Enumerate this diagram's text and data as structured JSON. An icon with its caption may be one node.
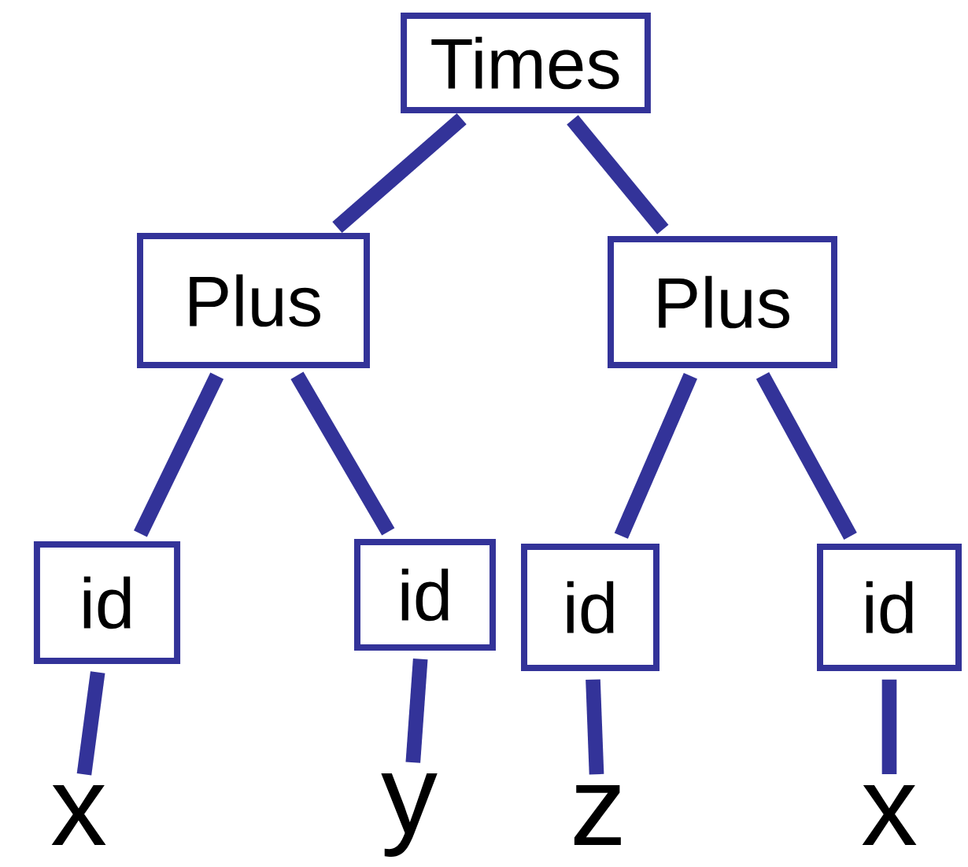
{
  "diagram": {
    "nodes": [
      {
        "text": [
          "Times"
        ]
      },
      {
        "text": [
          "Plus"
        ]
      },
      {
        "text": [
          "Plus"
        ]
      },
      {
        "text": [
          "id"
        ]
      },
      {
        "text": [
          "id"
        ]
      },
      {
        "text": [
          "id"
        ]
      },
      {
        "text": [
          "id"
        ]
      },
      {
        "text": [
          "x"
        ]
      },
      {
        "text": [
          "y"
        ]
      },
      {
        "text": [
          "z"
        ]
      },
      {
        "text": [
          "x"
        ]
      }
    ],
    "edges": [
      {
        "from": 0,
        "to": 1,
        "arrow": "none"
      },
      {
        "from": 0,
        "to": 2,
        "arrow": "none"
      },
      {
        "from": 1,
        "to": 3,
        "arrow": "none"
      },
      {
        "from": 1,
        "to": 4,
        "arrow": "none"
      },
      {
        "from": 2,
        "to": 5,
        "arrow": "none"
      },
      {
        "from": 2,
        "to": 6,
        "arrow": "none"
      },
      {
        "from": 3,
        "to": 7,
        "arrow": "none"
      },
      {
        "from": 4,
        "to": 8,
        "arrow": "none"
      },
      {
        "from": 5,
        "to": 9,
        "arrow": "none"
      },
      {
        "from": 6,
        "to": 10,
        "arrow": "none"
      }
    ]
  }
}
